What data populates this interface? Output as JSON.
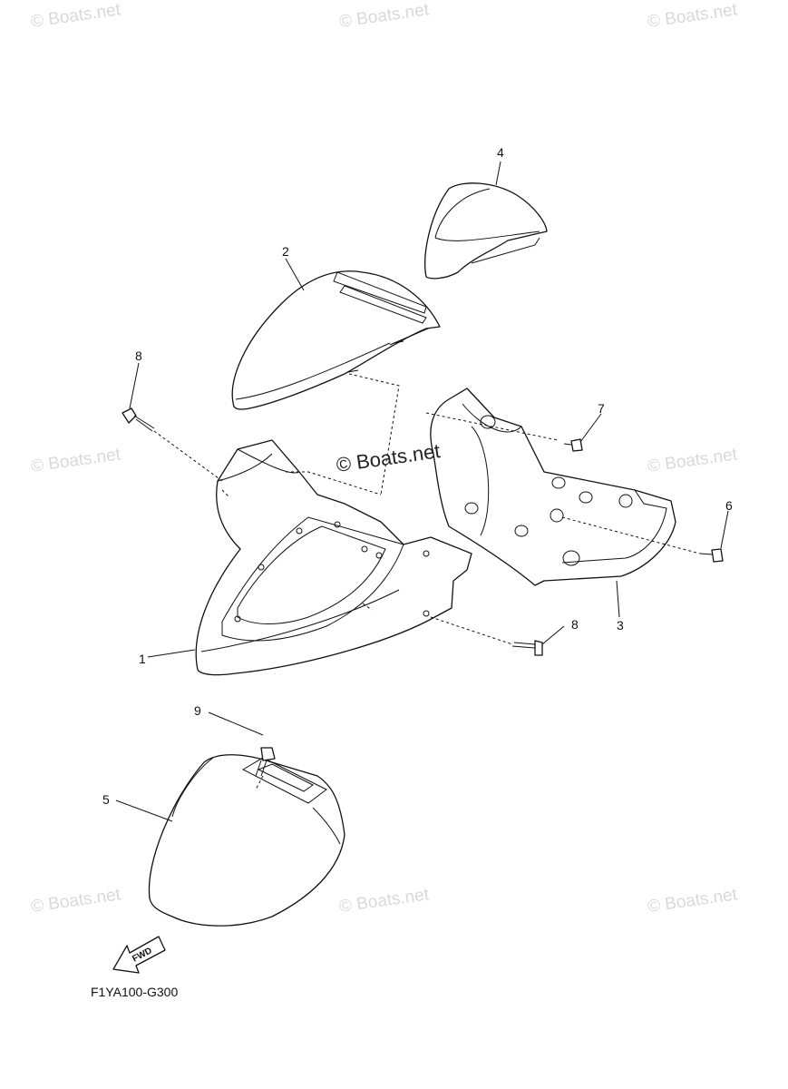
{
  "watermark": "© Boats.net",
  "callouts": {
    "c1": "1",
    "c2": "2",
    "c3": "3",
    "c4": "4",
    "c5": "5",
    "c6": "6",
    "c7": "7",
    "c8a": "8",
    "c8b": "8",
    "c9": "9"
  },
  "fwd_label": "FWD",
  "diagram_code": "F1YA100-G300"
}
